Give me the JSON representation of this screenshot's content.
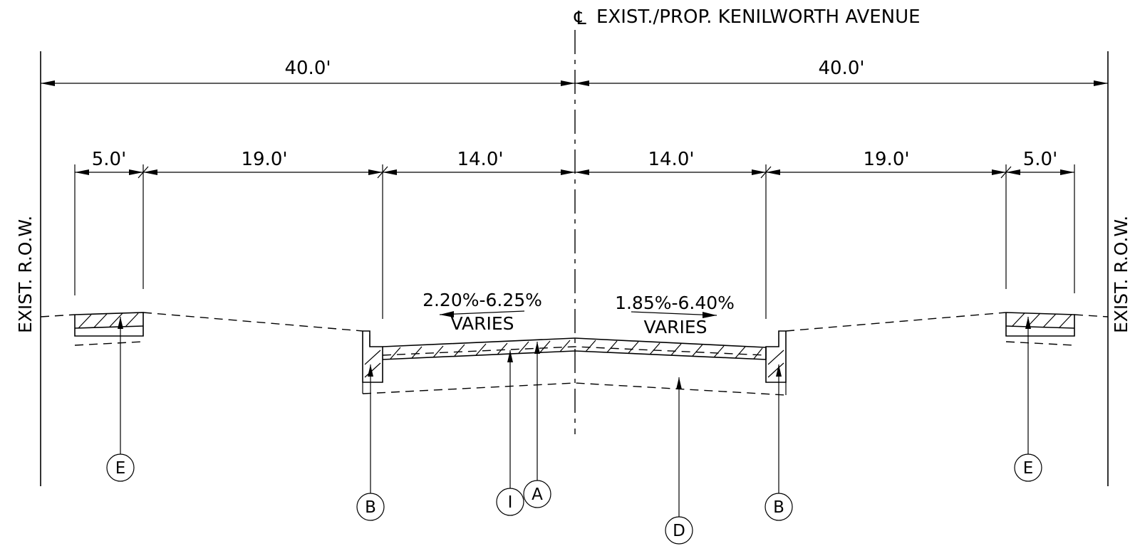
{
  "title": {
    "centerline_symbol": "℄",
    "label": "EXIST./PROP. KENILWORTH AVENUE"
  },
  "row_labels": {
    "left": "EXIST. R.O.W.",
    "right": "EXIST. R.O.W."
  },
  "overall_dimensions": {
    "left": "40.0'",
    "right": "40.0'"
  },
  "segment_dimensions": [
    "5.0'",
    "19.0'",
    "14.0'",
    "14.0'",
    "19.0'",
    "5.0'"
  ],
  "slopes": {
    "left": {
      "value": "2.20%-6.25%",
      "note": "VARIES"
    },
    "right": {
      "value": "1.85%-6.40%",
      "note": "VARIES"
    }
  },
  "callouts": {
    "e_left": "E",
    "b_left": "B",
    "i": "I",
    "a": "A",
    "d": "D",
    "b_right": "B",
    "e_right": "E"
  }
}
